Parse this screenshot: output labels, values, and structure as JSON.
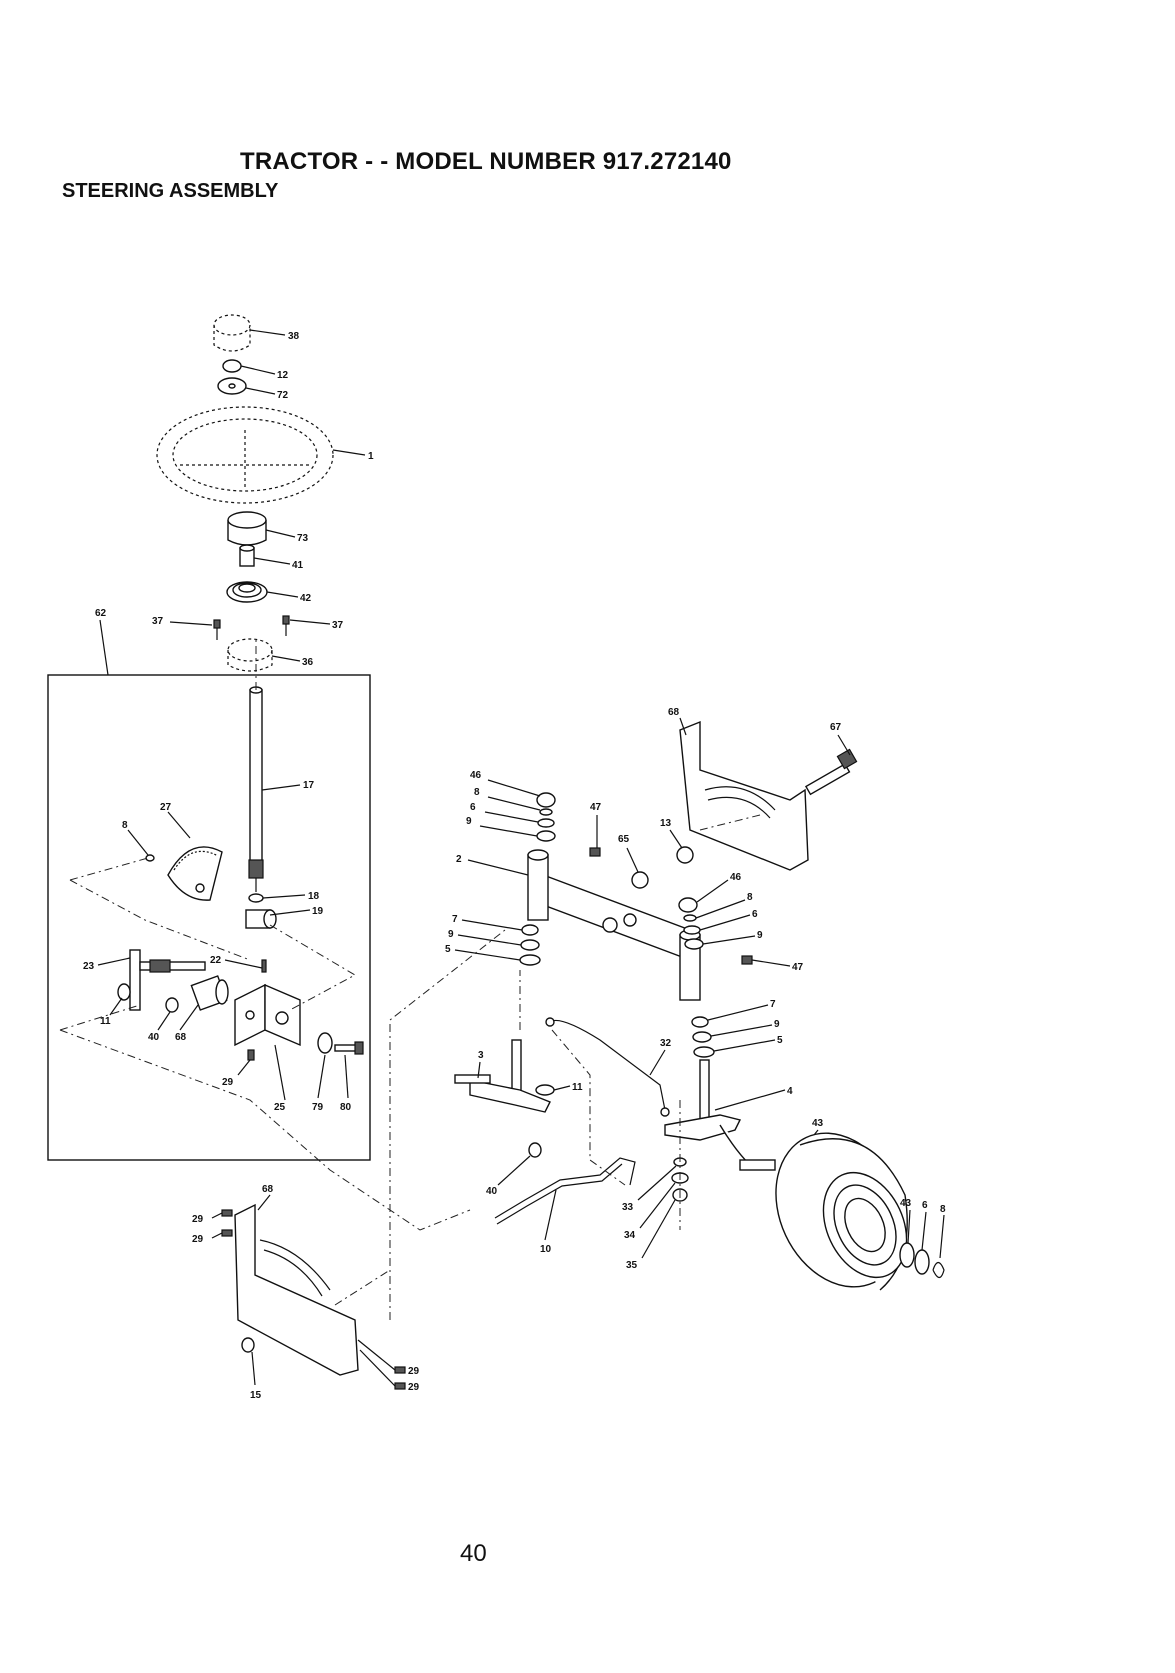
{
  "header": {
    "title": "TRACTOR - - MODEL NUMBER 917.272140",
    "subtitle": "STEERING ASSEMBLY"
  },
  "page_number": "40",
  "callouts": {
    "c38": "38",
    "c12": "12",
    "c72": "72",
    "c1": "1",
    "c73": "73",
    "c41": "41",
    "c42": "42",
    "c62": "62",
    "c37a": "37",
    "c37b": "37",
    "c36": "36",
    "c17": "17",
    "c8a": "8",
    "c27": "27",
    "c18": "18",
    "c19": "19",
    "c22": "22",
    "c23": "23",
    "c11a": "11",
    "c40a": "40",
    "c68a": "68",
    "c29a": "29",
    "c25": "25",
    "c79": "79",
    "c80": "80",
    "c68b": "68",
    "c29b": "29",
    "c29c": "29",
    "c15": "15",
    "c29d": "29",
    "c29e": "29",
    "c68c": "68",
    "c67": "67",
    "c46a": "46",
    "c8b": "8",
    "c6a": "6",
    "c9a": "9",
    "c47a": "47",
    "c65": "65",
    "c13": "13",
    "c2": "2",
    "c46b": "46",
    "c8c": "8",
    "c6b": "6",
    "c9b": "9",
    "c47b": "47",
    "c7a": "7",
    "c9c": "9",
    "c5a": "5",
    "c7b": "7",
    "c9d": "9",
    "c5b": "5",
    "c3": "3",
    "c11b": "11",
    "c32": "32",
    "c4": "4",
    "c40b": "40",
    "c10": "10",
    "c33": "33",
    "c34": "34",
    "c35": "35",
    "c43a": "43",
    "c43b": "43",
    "c6c": "6",
    "c8d": "8"
  }
}
